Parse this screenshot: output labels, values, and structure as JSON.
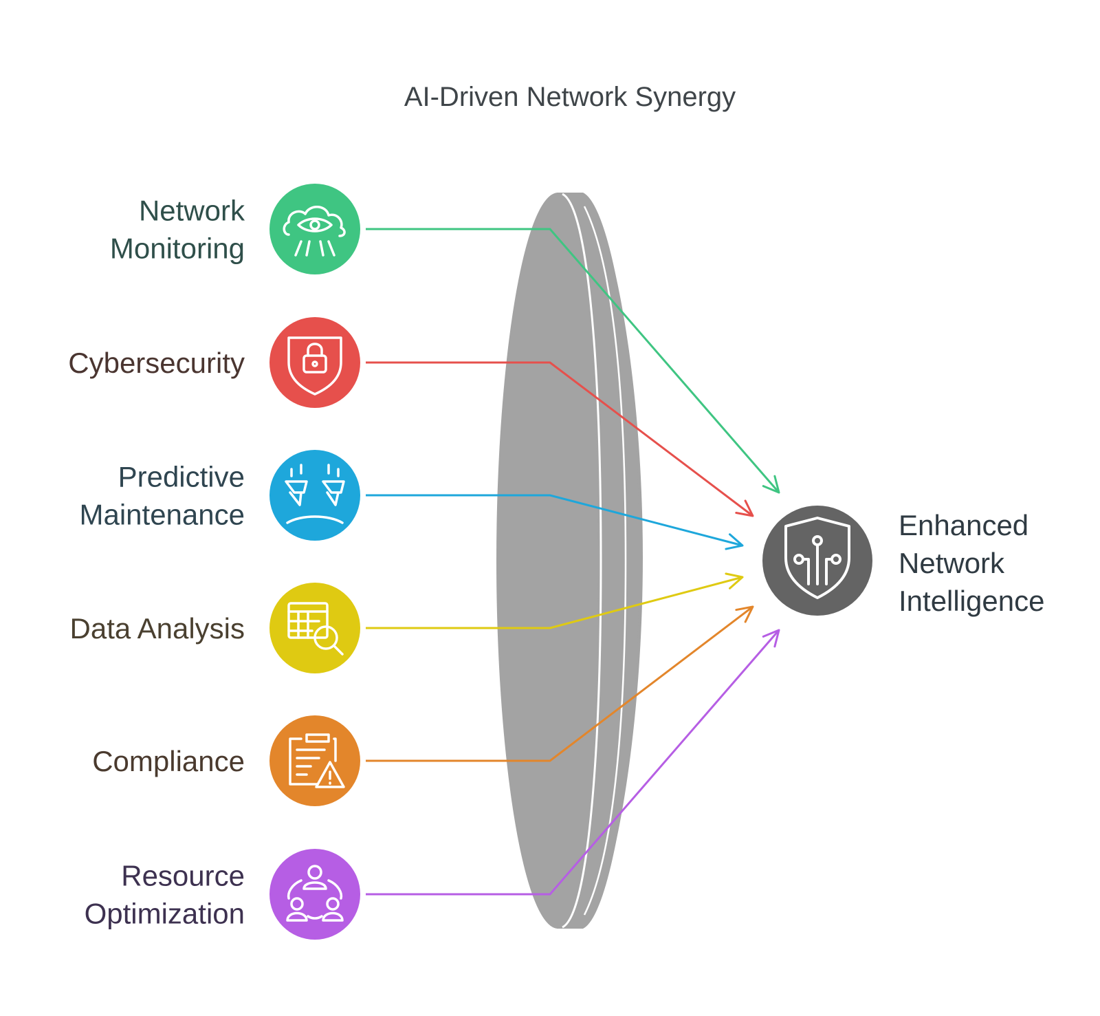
{
  "title": "AI-Driven Network Synergy",
  "inputs": [
    {
      "id": "network-monitoring",
      "lines": [
        "Network",
        "Monitoring"
      ],
      "icon": "eye-cloud-icon",
      "color": "#3fc582",
      "text_color": "#2f4f4a"
    },
    {
      "id": "cybersecurity",
      "lines": [
        "Cybersecurity"
      ],
      "icon": "shield-lock-icon",
      "color": "#e6504c",
      "text_color": "#4a3530"
    },
    {
      "id": "predictive-maintenance",
      "lines": [
        "Predictive",
        "Maintenance"
      ],
      "icon": "maintenance-robots-icon",
      "color": "#1ea7db",
      "text_color": "#2f4550"
    },
    {
      "id": "data-analysis",
      "lines": [
        "Data Analysis"
      ],
      "icon": "table-search-icon",
      "color": "#dfca12",
      "text_color": "#4a4030"
    },
    {
      "id": "compliance",
      "lines": [
        "Compliance"
      ],
      "icon": "clipboard-warning-icon",
      "color": "#e3862b",
      "text_color": "#4a3a2e"
    },
    {
      "id": "resource-optimization",
      "lines": [
        "Resource",
        "Optimization"
      ],
      "icon": "people-network-icon",
      "color": "#b65ee4",
      "text_color": "#3d3150"
    }
  ],
  "output": {
    "lines": [
      "Enhanced",
      "Network",
      "Intelligence"
    ],
    "icon": "shield-circuit-icon",
    "color": "#646464",
    "text_color": "#2f3a42"
  },
  "lens_color": "#a3a3a3",
  "title_color": "#3f4549"
}
